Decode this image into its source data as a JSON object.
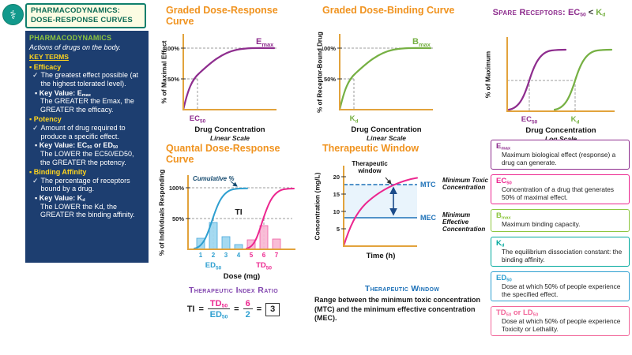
{
  "palette": {
    "navy": "#1d3e70",
    "teal": "#12998c",
    "teal_dark": "#0f7f6d",
    "title_bg": "#fcfce3",
    "title_text": "#0d6b55",
    "yellow": "#ffd51e",
    "green_light": "#8dc63f",
    "green": "#76b043",
    "orange": "#f0931f",
    "purple": "#8e2d8e",
    "violet": "#8246af",
    "magenta": "#ec268f",
    "cyan": "#2e9fd0",
    "blue": "#1d71b8",
    "axis_gold": "#e2a33c",
    "gray_dash": "#9e9e9e",
    "shade": "#ddeefb",
    "bar_blue": "#9ed7f0",
    "bar_blue_edge": "#3aa0d8",
    "bar_pink": "#f9b8d4",
    "bar_pink_edge": "#ec4f9c"
  },
  "logo": {
    "glyph": "⚕"
  },
  "header": {
    "line1": "PHARMACODYNAMICS:",
    "line2": "DOSE-RESPONSE CURVES"
  },
  "sidebar": {
    "section_title": "PHARMACODYNAMICS",
    "description": "Actions of drugs on the body.",
    "key_terms_heading": "KEY TERMS",
    "bullet": "▪",
    "check": "✓",
    "terms": [
      {
        "name": "Efficacy",
        "definition": "The greatest effect possible (at the highest tolerated level).",
        "key_label": "Key Value:",
        "key": {
          "b1": "E",
          "s1": "max"
        },
        "note": "The GREATER the Emax, the GREATER the efficacy."
      },
      {
        "name": "Potency",
        "definition": "Amount of drug required to produce a specific effect.",
        "key_label": "Key Value:",
        "key": {
          "b1": "EC",
          "s1": "50",
          "mid": " or ",
          "b2": "ED",
          "s2": "50"
        },
        "note": "The LOWER the EC50/ED50, the GREATER the potency."
      },
      {
        "name": "Binding Affinity",
        "definition": "The percentage of receptors bound by a drug.",
        "key_label": "Key Value:",
        "key": {
          "b1": "K",
          "s1": "d"
        },
        "note": "The LOWER the Kd, the GREATER the binding affinity."
      }
    ]
  },
  "charts": {
    "graded_dose_response": {
      "title": "Graded Dose-Response Curve",
      "y_label": "% of Maximal Effect",
      "tick_100": "100%",
      "tick_50": "50%",
      "curve_label": {
        "b": "E",
        "s": "max"
      },
      "x_tick": {
        "b": "EC",
        "s": "50"
      },
      "x_label": "Drug Concentration",
      "x_sublabel": "Linear Scale"
    },
    "graded_dose_binding": {
      "title": "Graded Dose-Binding Curve",
      "y_label": "% of Receptor-Bound Drug",
      "tick_100": "100%",
      "tick_50": "50%",
      "curve_label": {
        "b": "B",
        "s": "max"
      },
      "x_tick": {
        "b": "K",
        "s": "d"
      },
      "x_label": "Drug Concentration",
      "x_sublabel": "Linear Scale"
    },
    "spare_receptors": {
      "title": "Spare Receptors:",
      "ec50": {
        "b": "EC",
        "s": "50"
      },
      "lt": "<",
      "kd": {
        "b": "K",
        "s": "d"
      },
      "y_label": "% of Maximum",
      "x_label": "Drug Concentration",
      "x_sublabel": "Log Scale"
    },
    "quantal": {
      "title": "Quantal Dose-Response Curve",
      "y_label": "% of Individuals Responding",
      "tick_100": "100%",
      "tick_50": "50%",
      "cumulative_label": "Cumulative %",
      "ti_label": "TI",
      "x_ticks": [
        "1",
        "2",
        "3",
        "4",
        "5",
        "6",
        "7"
      ],
      "ed50": {
        "b": "ED",
        "s": "50"
      },
      "td50": {
        "b": "TD",
        "s": "50"
      },
      "x_label": "Dose (mg)"
    },
    "therapeutic_window": {
      "title": "Therapeutic Window",
      "y_label": "Concentration (mg/L)",
      "y_ticks": [
        "20",
        "15",
        "10",
        "5"
      ],
      "window_label": "Therapeutic window",
      "mtc": "MTC",
      "mtc_desc": "Minimum Toxic Concentration",
      "mec": "MEC",
      "mec_desc": "Minimum Effective Concentration",
      "x_label": "Time (h)"
    }
  },
  "ti_ratio": {
    "heading": "Therapeutic Index Ratio",
    "ti": "TI",
    "eq": "=",
    "numerator": {
      "b": "TD",
      "s": "50"
    },
    "denominator": {
      "b": "ED",
      "s": "50"
    },
    "num_value": "6",
    "den_value": "2",
    "result": "3"
  },
  "tw_note": {
    "heading": "Therapeutic Window",
    "body": "Range between the minimum toxic concentration (MTC) and the minimum effective concentration (MEC)."
  },
  "definitions": [
    {
      "b1": "E",
      "s1": "max",
      "color": "#8e2d8e",
      "body": "Maximum biological effect (response) a drug can generate."
    },
    {
      "b1": "EC",
      "s1": "50",
      "color": "#ec268f",
      "body": "Concentration of a drug that generates 50% of maximal effect."
    },
    {
      "b1": "B",
      "s1": "max",
      "color": "#8dc63f",
      "body": "Maximum binding capacity."
    },
    {
      "b1": "K",
      "s1": "d",
      "color": "#00a99d",
      "body": "The equilibrium dissociation constant: the binding affinity."
    },
    {
      "b1": "ED",
      "s1": "50",
      "color": "#2e9fd0",
      "body": "Dose at which 50% of people experience the specified effect."
    },
    {
      "b1": "TD",
      "s1": "50",
      "mid": " or ",
      "b2": "LD",
      "s2": "50",
      "color": "#f2679a",
      "body": "Dose at which 50% of people experience Toxicity or Lethality."
    }
  ],
  "chart_data": [
    {
      "type": "line",
      "title": "Graded Dose-Response Curve",
      "xlabel": "Drug Concentration",
      "x_scale": "Linear Scale",
      "ylabel": "% of Maximal Effect",
      "y_ticks": [
        "50%",
        "100%"
      ],
      "series": [
        {
          "name": "Drug effect",
          "shape": "hyperbolic, plateaus at Emax (100%)",
          "markers": {
            "EC50": "concentration producing 50% of maximal effect"
          }
        }
      ]
    },
    {
      "type": "line",
      "title": "Graded Dose-Binding Curve",
      "xlabel": "Drug Concentration",
      "x_scale": "Linear Scale",
      "ylabel": "% of Receptor-Bound Drug",
      "y_ticks": [
        "50%",
        "100%"
      ],
      "series": [
        {
          "name": "Receptor binding",
          "shape": "hyperbolic, plateaus at Bmax (100%)",
          "markers": {
            "Kd": "concentration at 50% receptor occupancy"
          }
        }
      ]
    },
    {
      "type": "line",
      "title": "Spare Receptors: EC50 < Kd",
      "xlabel": "Drug Concentration",
      "x_scale": "Log Scale",
      "ylabel": "% of Maximum",
      "series": [
        {
          "name": "Response curve (EC50)",
          "shape": "sigmoid, left",
          "color": "#8e2d8e"
        },
        {
          "name": "Binding curve (Kd)",
          "shape": "sigmoid, right",
          "color": "#76b043"
        }
      ]
    },
    {
      "type": "histogram+line",
      "title": "Quantal Dose-Response Curve",
      "xlabel": "Dose (mg)",
      "x_ticks": [
        1,
        2,
        3,
        4,
        5,
        6,
        7
      ],
      "ylabel": "% of Individuals Responding",
      "y_ticks": [
        "50%",
        "100%"
      ],
      "series": [
        {
          "name": "Effect cumulative %",
          "ED50_dose": 2,
          "color": "#2e9fd0"
        },
        {
          "name": "Toxicity cumulative %",
          "TD50_dose": 6,
          "color": "#ec268f"
        }
      ],
      "annotations": [
        "Cumulative %",
        "TI"
      ]
    },
    {
      "type": "line",
      "title": "Therapeutic Window",
      "xlabel": "Time (h)",
      "ylabel": "Concentration (mg/L)",
      "y_ticks": [
        5,
        10,
        15,
        20
      ],
      "lines": [
        {
          "name": "MTC",
          "value": 17.5
        },
        {
          "name": "MEC",
          "value": 8
        }
      ],
      "annotations": [
        "Therapeutic window"
      ]
    }
  ]
}
